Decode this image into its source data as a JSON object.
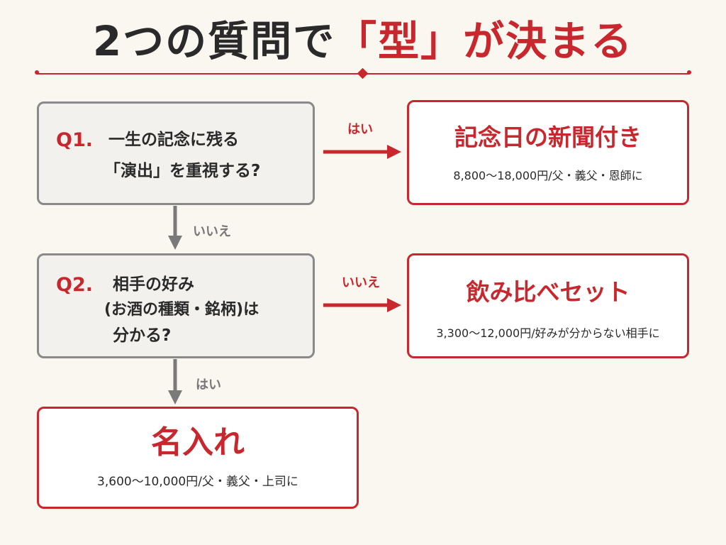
{
  "title": {
    "prefix": "2つの質問で",
    "accent": "「型」が決まる"
  },
  "colors": {
    "accent": "#c8282d",
    "neutral_border": "#8a8a8a",
    "background": "#faf6f0"
  },
  "q1": {
    "label": "Q1.",
    "lines": [
      "一生の記念に残る",
      "「演出」を重視する?"
    ]
  },
  "q2": {
    "label": "Q2.",
    "lines": [
      "相手の好み",
      "(お酒の種類・銘柄)は",
      "分かる?"
    ]
  },
  "edges": {
    "q1_yes": "はい",
    "q1_no": "いいえ",
    "q2_no": "いいえ",
    "q2_yes": "はい"
  },
  "results": {
    "newspaper": {
      "title": "記念日の新聞付き",
      "detail": "8,800〜18,000円/父・義父・恩師に"
    },
    "tasting_set": {
      "title": "飲み比べセット",
      "detail": "3,300〜12,000円/好みが分からない相手に"
    },
    "engraved": {
      "title": "名入れ",
      "detail": "3,600〜10,000円/父・義父・上司に"
    }
  }
}
